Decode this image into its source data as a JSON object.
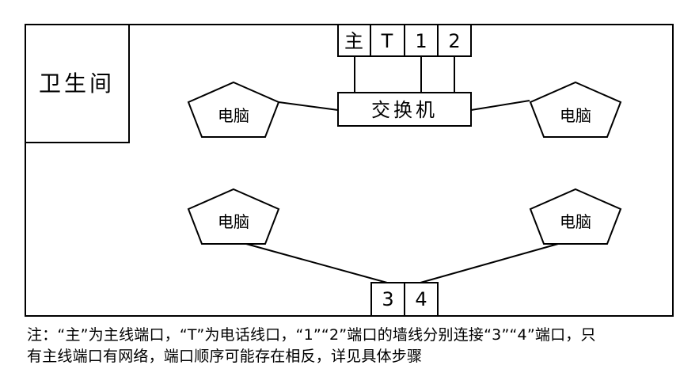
{
  "room": {
    "bathroom_label": "卫生间"
  },
  "switch": {
    "label": "交换机"
  },
  "wall_ports_top": [
    "主",
    "T",
    "1",
    "2"
  ],
  "wall_ports_bottom": [
    "3",
    "4"
  ],
  "computers": [
    "电脑",
    "电脑",
    "电脑",
    "电脑"
  ],
  "note": {
    "line1": "注：“主”为主线端口，“T”为电话线口，“1”“2”端口的墙线分别连接“3”“4”端口，只",
    "line2": "有主线端口有网络，端口顺序可能存在相反，详见具体步骤"
  }
}
